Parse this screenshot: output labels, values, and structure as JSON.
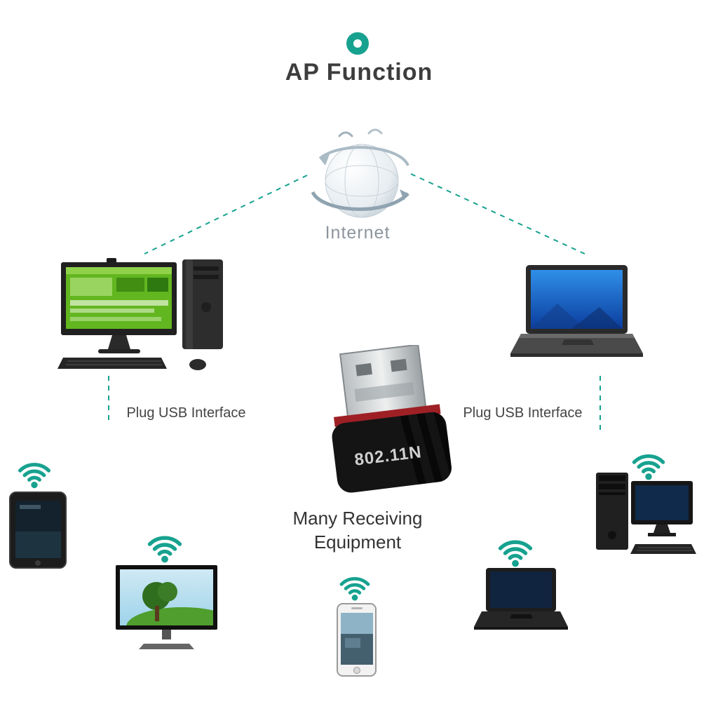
{
  "labels": {
    "title": "AP Function",
    "internet": "Internet",
    "plug_usb_left": "Plug USB Interface",
    "plug_usb_right": "Plug USB Interface",
    "adapter_model": "802.11N",
    "receiving_line1": "Many Receiving",
    "receiving_line2": "Equipment"
  },
  "icons": {
    "top_mark": "ring-icon",
    "center": "internet-globe-icon",
    "signal": "wifi-signal-icon"
  },
  "devices": {
    "left_source": "desktop-computer",
    "right_source": "laptop",
    "center_product": "usb-wifi-adapter",
    "receivers": [
      "tablet",
      "television",
      "smartphone",
      "laptop",
      "desktop-computer"
    ]
  },
  "colors": {
    "accent": "#17a28f",
    "title_text": "#3d3d3d",
    "muted_text": "#8d959b",
    "label_text": "#444444",
    "background": "#ffffff",
    "adapter_body": "#141414",
    "adapter_stripe": "#9e2025",
    "usb_metal": "#c9cdce",
    "desktop_screen_green": "#62b61f",
    "laptop_screen_blue": "#1d63c8"
  }
}
